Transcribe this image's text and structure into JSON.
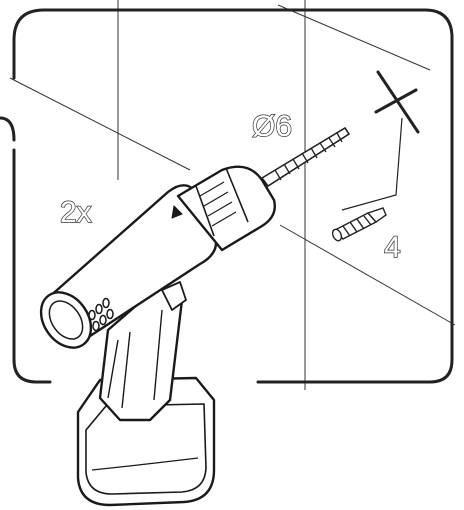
{
  "labels": {
    "drill_bit_diameter": "Ø6",
    "hole_count": "2x",
    "anchor_count": "4"
  },
  "icons": {
    "drill": "cordless-drill-icon",
    "wall_anchor": "wall-plug-icon",
    "mark": "cross-mark-icon"
  },
  "colors": {
    "line": "#222222",
    "background": "#ffffff"
  }
}
